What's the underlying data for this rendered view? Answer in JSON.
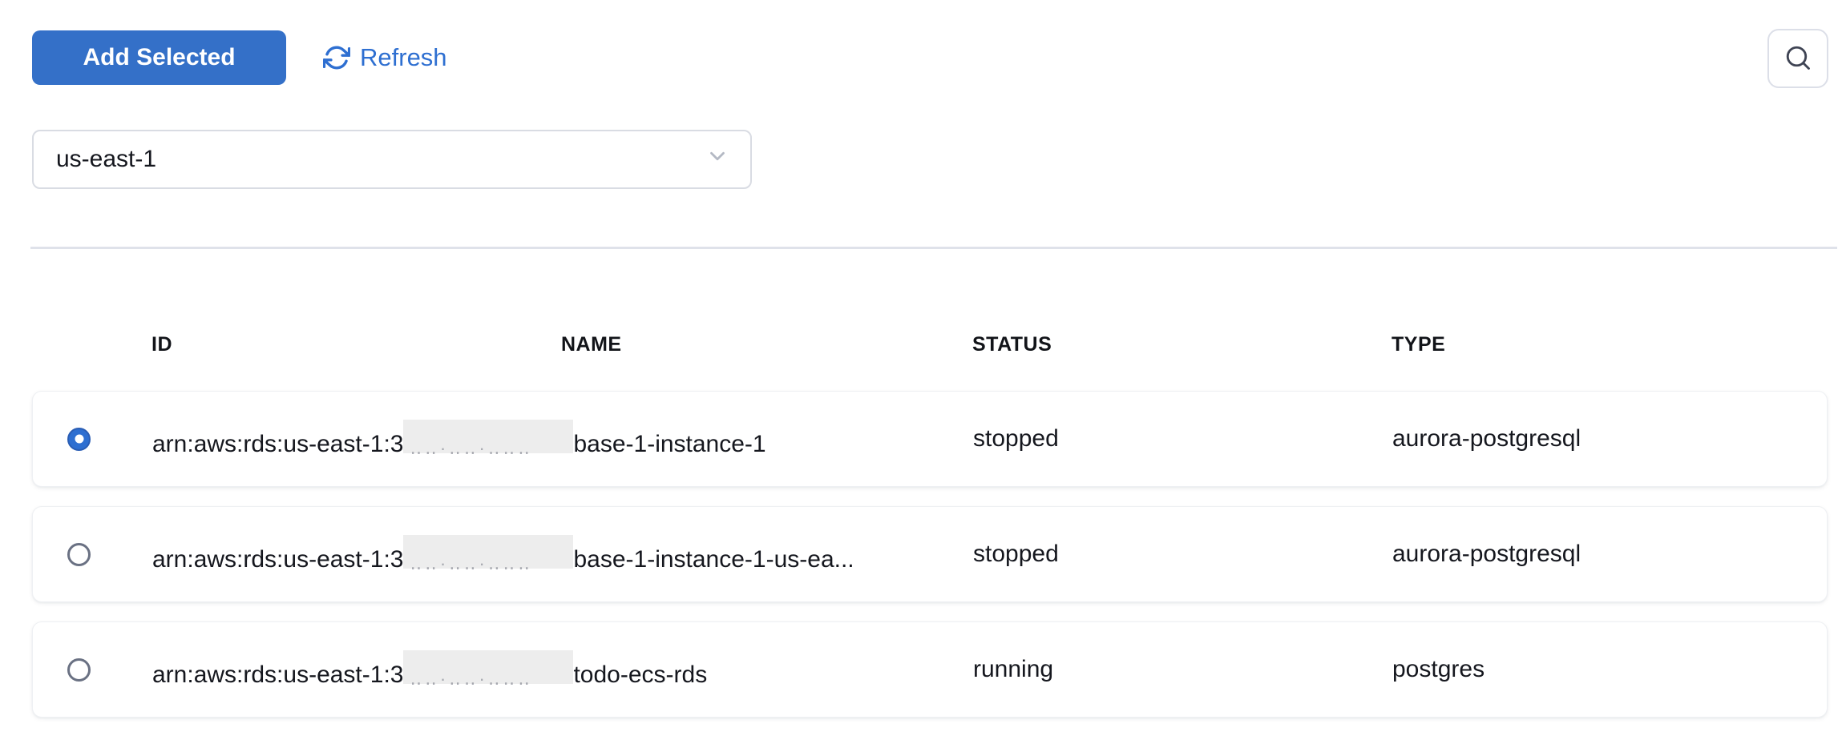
{
  "toolbar": {
    "add_selected": "Add Selected",
    "refresh": "Refresh"
  },
  "filters": {
    "region": "us-east-1"
  },
  "icons": {
    "refresh_icon": "circular-arrows-refresh",
    "search_icon": "magnifying-glass",
    "region_select_icon": "chevron-down"
  },
  "table": {
    "headers": {
      "id": "ID",
      "name": "NAME",
      "status": "STATUS",
      "type": "TYPE"
    },
    "rows": [
      {
        "selected": true,
        "id_prefix": "arn:aws:rds:us-east-1:3",
        "id_redacted": true,
        "id_suffix": "base-1-instance-1",
        "status": "stopped",
        "type": "aurora-postgresql"
      },
      {
        "selected": false,
        "id_prefix": "arn:aws:rds:us-east-1:3",
        "id_redacted": true,
        "id_suffix": "base-1-instance-1-us-ea...",
        "status": "stopped",
        "type": "aurora-postgresql"
      },
      {
        "selected": false,
        "id_prefix": "arn:aws:rds:us-east-1:3",
        "id_redacted": true,
        "id_suffix": "todo-ecs-rds",
        "status": "running",
        "type": "postgres"
      }
    ]
  },
  "colors": {
    "accent_blue": "#3470c8",
    "link_blue": "#2e6fd1",
    "text_dark": "#15171e",
    "border_gray": "#d9dce3",
    "divider_gray": "#dfe2ea",
    "card_border": "#eef0f3",
    "redaction_gray": "#ededed",
    "radio_gray": "#6a7183"
  }
}
